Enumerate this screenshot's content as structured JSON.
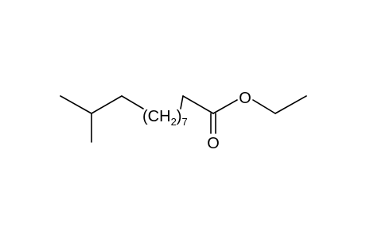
{
  "molecule": {
    "chain_group": {
      "open_paren": "(",
      "element": "CH",
      "h_count": "2",
      "close_paren": ")",
      "repeat": "7"
    },
    "ester_oxygen": "O",
    "carbonyl_oxygen": "O"
  }
}
